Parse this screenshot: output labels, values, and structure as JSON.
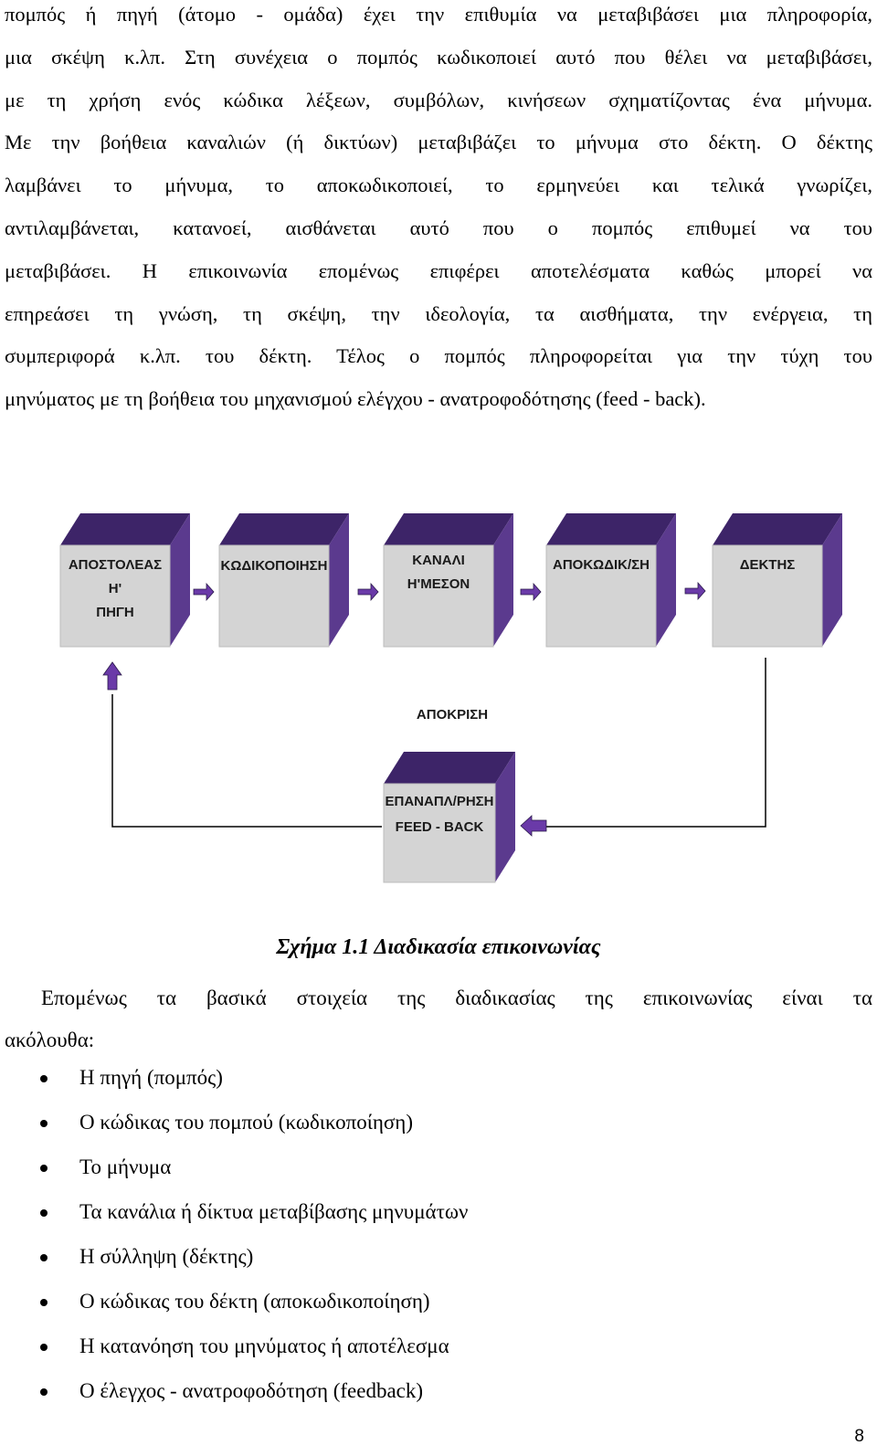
{
  "paragraph_lines": [
    "πομπός ή πηγή (άτομο - ομάδα) έχει την επιθυμία να μεταβιβάσει μια πληροφορία,",
    "μια σκέψη κ.λπ. Στη συνέχεια ο πομπός κωδικοποιεί αυτό που θέλει να μεταβιβάσει,",
    "με τη χρήση ενός κώδικα λέξεων, συμβόλων, κινήσεων σχηματίζοντας ένα μήνυμα.",
    "Με την βοήθεια καναλιών (ή δικτύων) μεταβιβάζει το μήνυμα στο δέκτη. Ο δέκτης",
    "λαμβάνει το μήνυμα, το αποκωδικοποιεί, το ερμηνεύει και τελικά γνωρίζει,",
    "αντιλαμβάνεται, κατανοεί, αισθάνεται αυτό που ο πομπός επιθυμεί να του",
    "μεταβιβάσει. Η επικοινωνία επομένως επιφέρει αποτελέσματα καθώς μπορεί να",
    "επηρεάσει τη γνώση, τη σκέψη, την ιδεολογία, τα αισθήματα, την ενέργεια, τη",
    "συμπεριφορά κ.λπ. του δέκτη. Τέλος ο πομπός πληροφορείται για την τύχη του",
    "μηνύματος με τη βοήθεια του μηχανισμού ελέγχου - ανατροφοδότησης (feed - back)."
  ],
  "diagram": {
    "boxes": [
      {
        "lines": [
          "ΑΠΟΣΤΟΛΕΑΣ",
          "Η'",
          "ΠΗΓΗ"
        ]
      },
      {
        "lines": [
          "ΚΩΔΙΚΟΠΟΙΗΣΗ"
        ]
      },
      {
        "lines": [
          "ΚΑΝΑΛΙ",
          "Η'ΜΕΣΟΝ"
        ]
      },
      {
        "lines": [
          "ΑΠΟΚΩΔΙΚ/ΣΗ"
        ]
      },
      {
        "lines": [
          "ΔΕΚΤΗΣ"
        ]
      }
    ],
    "response_label": "ΑΠΟΚΡΙΣΗ",
    "feedback_box": {
      "lines": [
        "ΕΠΑΝΑΠΛ/ΡΗΣΗ",
        "FEED - BACK"
      ]
    },
    "colors": {
      "box_front": "#d4d4d4",
      "box_top": "#3d2468",
      "box_side": "#5b3a8e",
      "arrow": "#6a3aa8"
    }
  },
  "caption": "Σχήμα 1.1 Διαδικασία επικοινωνίας",
  "intro_line1": "Επομένως τα βασικά στοιχεία της διαδικασίας της επικοινωνίας είναι τα",
  "intro_line2": "ακόλουθα:",
  "list_items": [
    "Η πηγή (πομπός)",
    "Ο κώδικας του πομπού (κωδικοποίηση)",
    "Το μήνυμα",
    "Τα κανάλια ή δίκτυα μεταβίβασης μηνυμάτων",
    "Η σύλληψη (δέκτης)",
    "Ο κώδικας του δέκτη (αποκωδικοποίηση)",
    "Η κατανόηση του μηνύματος ή αποτέλεσμα",
    "Ο έλεγχος - ανατροφοδότηση (feedback)"
  ],
  "page_number": "8"
}
